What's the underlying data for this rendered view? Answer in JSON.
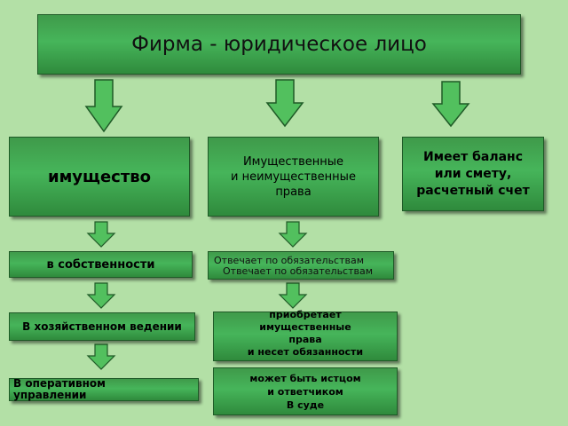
{
  "top": {
    "title": "Фирма - юридическое лицо"
  },
  "level1": {
    "property": "имущество",
    "rights_line1": "Имущественные",
    "rights_line2": "и неимущественные",
    "rights_line3": "права",
    "balance_line1": "Имеет баланс",
    "balance_line2": "или смету,",
    "balance_line3": "расчетный счет"
  },
  "left_column": {
    "ownership": "в собственности",
    "economic": "В хозяйственном ведении",
    "operative_line1": "В оперативном",
    "operative_line2": "управлении"
  },
  "middle_column": {
    "obligations_a": "Отвечает по обязательствам",
    "obligations_b": "Отвечает по обязательствам",
    "acquires_line1": "приобретает",
    "acquires_line2": "имущественные",
    "acquires_line3": "права",
    "acquires_line4": "и несет обязанности",
    "court_line1": "может быть истцом",
    "court_line2": "и ответчиком",
    "court_line3": "В суде"
  },
  "colors": {
    "background": "#b3e0a6",
    "box": "#3e9e4a",
    "arrow": "#52c05e"
  }
}
